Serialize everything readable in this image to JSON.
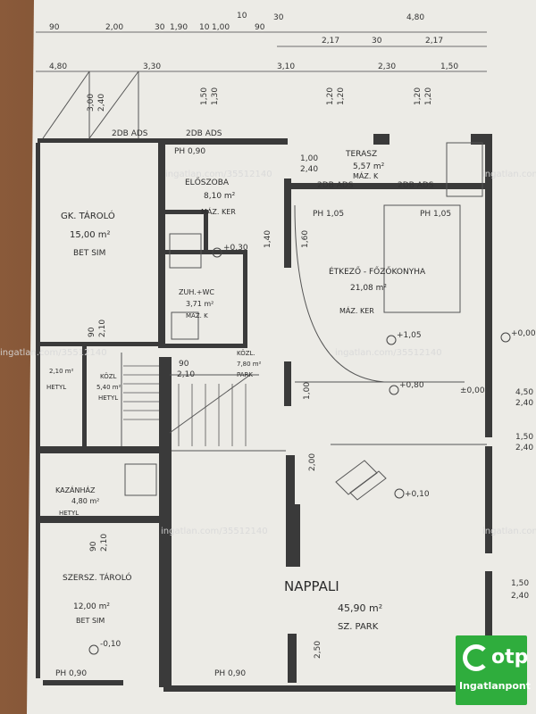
{
  "rooms": [
    {
      "id": "gk-tarolo",
      "name": "GK. TÁROLÓ",
      "area": "15,00 m²",
      "floor": "BET SIM"
    },
    {
      "id": "eloszoba",
      "name": "ELŐSZOBA",
      "area": "8,10 m²",
      "floor": "MÁZ. KER"
    },
    {
      "id": "terasz",
      "name": "TERASZ",
      "area": "5,57 m²",
      "floor": "MÁZ. K"
    },
    {
      "id": "etkezo",
      "name": "ÉTKEZŐ - FŐZŐKONYHA",
      "area": "21,08 m²",
      "floor": "MÁZ. KER"
    },
    {
      "id": "zuh-wc",
      "name": "ZUH.+WC",
      "area": "3,71 m²",
      "floor": "MÁZ. K"
    },
    {
      "id": "kozl-stair",
      "name": "KÖZL.",
      "area": "7,80 m²",
      "floor": "PARK"
    },
    {
      "id": "hetyl",
      "name": "HETYL",
      "area": "2,10 m²",
      "floor": ""
    },
    {
      "id": "kozl-small",
      "name": "KÖZL",
      "area": "5,40 m²",
      "floor": "HETYL"
    },
    {
      "id": "kazanhaz",
      "name": "KAZÁNHÁZ",
      "area": "4,80 m²",
      "floor": "HETYL"
    },
    {
      "id": "szersz-tarolo",
      "name": "SZERSZ. TÁROLÓ",
      "area": "12,00 m²",
      "floor": "BET SIM"
    },
    {
      "id": "nappali",
      "name": "NAPPALI",
      "area": "45,90 m²",
      "floor": "SZ. PARK"
    }
  ],
  "top_dimensions": [
    "90",
    "2,00",
    "30",
    "1,90",
    "10",
    "1,00",
    "10",
    "90",
    "30",
    "4,80",
    "2,17",
    "30",
    "2,17",
    "4,80",
    "3,30",
    "3,10",
    "2,30",
    "1,50"
  ],
  "height_marks": [
    "3,00",
    "2,40",
    "1,50",
    "1,30",
    "1,20",
    "1,20",
    "1,20",
    "1,20",
    "1,00",
    "2,40",
    "1,60",
    "1,40",
    "90",
    "2,10",
    "90",
    "2,10",
    "90",
    "2,10",
    "2,50",
    "1,00",
    "2,00",
    "1,50",
    "2,40"
  ],
  "side_dimensions": [
    "+0,00",
    "4,50",
    "2,40",
    "1,50",
    "2,40"
  ],
  "levels": [
    "+0,30",
    "±0,00",
    "+1,05",
    "+0,80",
    "+0,10",
    "-0,10"
  ],
  "door_marks": [
    "2DB ADS",
    "2DB ADS",
    "2DB ADS",
    "2DB ADS",
    "PH 0,90",
    "PH 0,90",
    "PH 1,05",
    "PH 1,05",
    "PH 0,90"
  ],
  "watermark": "ingatlan.com/35512140",
  "logo": {
    "brand": "otp",
    "sub": "Ingatlanpont",
    "color": "#2fad3d"
  }
}
